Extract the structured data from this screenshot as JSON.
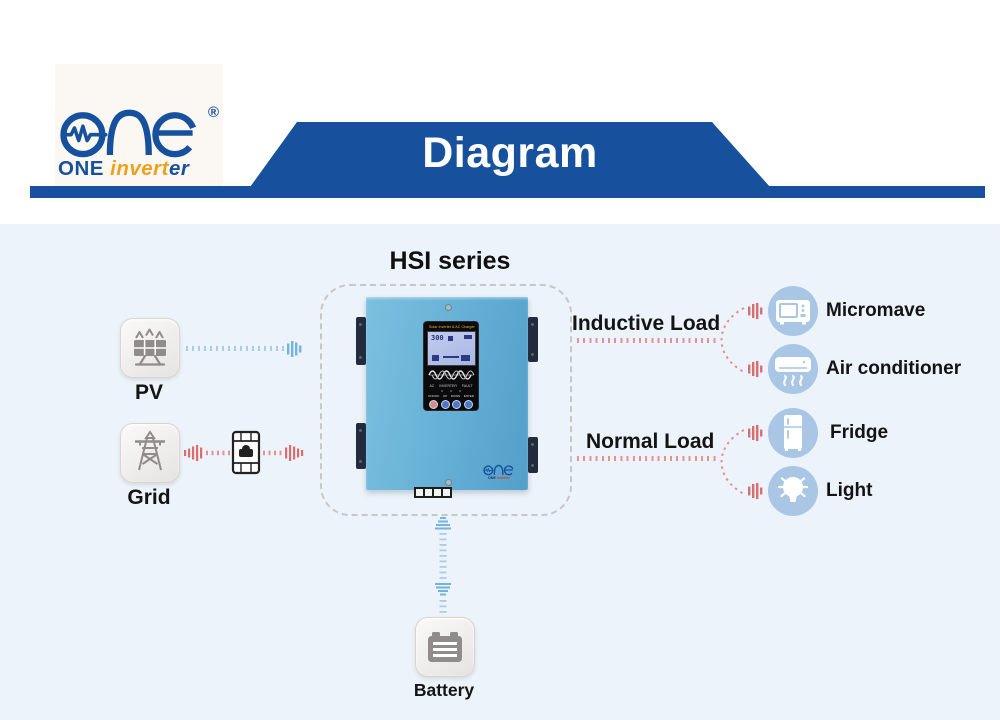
{
  "header": {
    "brand": {
      "glyph": "oae-logo",
      "registered": "®",
      "wordmark": {
        "one": "ONE",
        "invert": "invert",
        "er": "er"
      }
    },
    "banner_title": "Diagram"
  },
  "diagram": {
    "series_title": "HSI series",
    "sources": [
      {
        "label": "PV",
        "icon": "solar-panel-icon"
      },
      {
        "label": "Grid",
        "icon": "power-tower-icon"
      }
    ],
    "storage": {
      "label": "Battery",
      "icon": "battery-icon"
    },
    "load_groups": [
      {
        "label": "Inductive Load",
        "items": [
          {
            "label": "Micromave",
            "icon": "microwave-icon"
          },
          {
            "label": "Air conditioner",
            "icon": "air-conditioner-icon"
          }
        ]
      },
      {
        "label": "Normal Load",
        "items": [
          {
            "label": "Fridge",
            "icon": "fridge-icon"
          },
          {
            "label": "Light",
            "icon": "light-bulb-icon"
          }
        ]
      }
    ],
    "device": {
      "panel_title": "Solar Inverter & AC Charger",
      "lcd_value": "300",
      "status_labels": [
        "AC",
        "INVERTER",
        "FAULT"
      ],
      "button_labels": [
        "ON/OFF",
        "UP",
        "DOWN",
        "ENTER"
      ],
      "brand_one": "ONE",
      "brand_inverter": "inverter"
    }
  },
  "colors": {
    "navy": "#17519e",
    "orange": "#f0a11c",
    "device_blue": "#64afd6",
    "bubble_blue": "#a9c6e4",
    "line_red": "#e59092",
    "line_red_strong": "#d96e70",
    "line_blue": "#a8cde9",
    "line_blue_strong": "#74b2e0",
    "background": "#edf3fa"
  }
}
